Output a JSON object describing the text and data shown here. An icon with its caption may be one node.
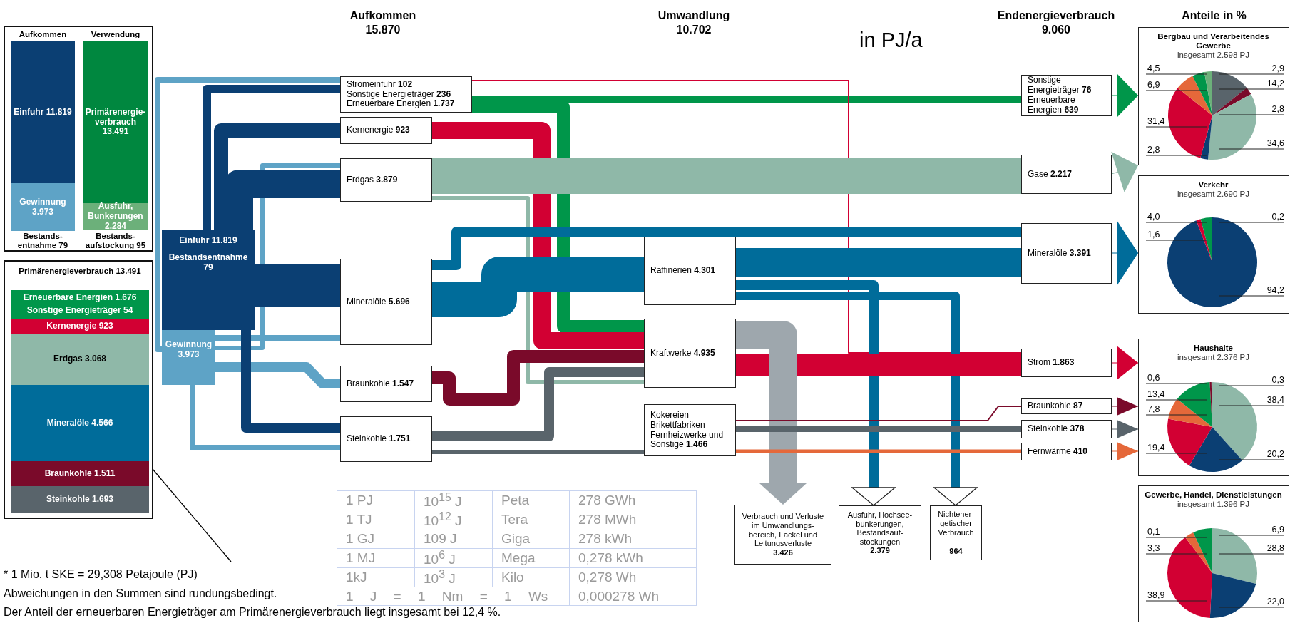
{
  "diagram": {
    "nodes": [
      {
        "text": [
          "Aufkommen",
          "Verwendung",
          "Bestands- entnahme 79",
          "Bestands- aufstockung 95"
        ]
      },
      {
        "text": [
          "Einfuhr 11.819"
        ],
        "in": 0
      },
      {
        "text": [
          "Gewinnung 3.973"
        ],
        "in": 0
      },
      {
        "text": [
          "Primärenergie- verbrauch 13.491"
        ],
        "in": 0
      },
      {
        "text": [
          "Ausfuhr, Bunkerungen 2.284"
        ],
        "in": 0
      },
      {
        "text": [
          "Primärenergieverbrauch 13.491"
        ]
      },
      {
        "text": [
          "Erneuerbare Energien 1.676",
          "Sonstige Energieträger 54"
        ],
        "in": 5
      },
      {
        "text": [
          "Kernenergie 923"
        ],
        "in": 5
      },
      {
        "text": [
          "Erdgas 3.068"
        ],
        "in": 5
      },
      {
        "text": [
          "Mineralöle 4.566"
        ],
        "in": 5
      },
      {
        "text": [
          "Braunkohle 1.511"
        ],
        "in": 5
      },
      {
        "text": [
          "Steinkohle 1.693"
        ],
        "in": 5
      },
      {
        "text": [
          "Einfuhr 11.819",
          "Bestandsentnahme 79"
        ]
      },
      {
        "text": [
          "Gewinnung 3.973"
        ]
      },
      {
        "text": [
          "Stromeinfuhr **102**",
          "Sonstige Energieträger **236**",
          "Erneuerbare Energien **1.737**"
        ]
      },
      {
        "text": [
          "Kernenergie **923**"
        ]
      },
      {
        "text": [
          "Erdgas **3.879**"
        ]
      },
      {
        "text": [
          "Mineralöle **5.696**"
        ]
      },
      {
        "text": [
          "Braunkohle **1.547**"
        ]
      },
      {
        "text": [
          "Steinkohle **1.751**"
        ]
      },
      {
        "text": [
          "Raffinerien **4.301**"
        ]
      },
      {
        "text": [
          "Kraftwerke **4.935**"
        ]
      },
      {
        "text": [
          "Kokereien Brikettfabriken Fernheizwerke und Sonstige **1.466**"
        ]
      },
      {
        "text": [
          "Sonstige Energieträger **76**",
          "Erneuerbare Energien **639**"
        ]
      },
      {
        "text": [
          "Gase **2.217**"
        ]
      },
      {
        "text": [
          "Mineralöle **3.391**"
        ]
      },
      {
        "text": [
          "Strom **1.863**"
        ]
      },
      {
        "text": [
          "Braunkohle **87**"
        ]
      },
      {
        "text": [
          "Steinkohle **378**"
        ]
      },
      {
        "text": [
          "Fernwärme **410**"
        ]
      },
      {
        "text": [
          "Verbrauch und Verluste im Umwandlungs- bereich, Fackel und Leitungsverluste",
          "3.426"
        ]
      },
      {
        "text": [
          "Ausfuhr, Hochsee- bunkerungen, Bestandsauf- stockungen",
          "2.379"
        ]
      },
      {
        "text": [
          "Nichtener- getischer Verbrauch",
          "964"
        ]
      },
      {
        "text": [
          "Bergbau und Verarbeitendes Gewerbe",
          "insgesamt 2.598 PJ",
          "4,5",
          "2,9",
          "6,9",
          "14,2",
          "2,8",
          "31,4",
          "34,6",
          "2,8"
        ]
      },
      {
        "text": [
          "Verkehr",
          "insgesamt 2.690 PJ",
          "4,0",
          "0,2",
          "1,6",
          "94,2"
        ]
      },
      {
        "text": [
          "Haushalte",
          "insgesamt 2.376 PJ",
          "0,6",
          "0,3",
          "13,4",
          "38,4",
          "7,8",
          "19,4",
          "20,2"
        ]
      },
      {
        "text": [
          "Gewerbe, Handel, Dienstleistungen",
          "insgesamt 1.396 PJ",
          "0,1",
          "6,9",
          "3,3",
          "28,8",
          "38,9",
          "22,0"
        ]
      }
    ],
    "edges": [
      {
        "from": 12,
        "to": 14,
        "arrow": "none",
        "color": "#0b3f73"
      },
      {
        "from": 13,
        "to": 14,
        "arrow": "none",
        "color": "#5ea3c6"
      },
      {
        "from": 12,
        "to": 15,
        "arrow": "none",
        "style": "thick",
        "color": "#0b3f73"
      },
      {
        "from": 13,
        "to": 16,
        "arrow": "none",
        "color": "#5ea3c6"
      },
      {
        "from": 12,
        "to": 16,
        "arrow": "none",
        "style": "thick",
        "color": "#0b3f73"
      },
      {
        "from": 12,
        "to": 17,
        "arrow": "none",
        "style": "thick",
        "color": "#0b3f73"
      },
      {
        "from": 13,
        "to": 17,
        "arrow": "none",
        "color": "#5ea3c6"
      },
      {
        "from": 13,
        "to": 18,
        "arrow": "none",
        "color": "#5ea3c6"
      },
      {
        "from": 12,
        "to": 19,
        "arrow": "none",
        "color": "#0b3f73"
      },
      {
        "from": 13,
        "to": 19,
        "arrow": "none",
        "color": "#5ea3c6"
      },
      {
        "from": 14,
        "to": 23,
        "arrow": "none",
        "color": "#00964a"
      },
      {
        "from": 14,
        "to": 21,
        "arrow": "none",
        "style": "thick",
        "color": "#00964a"
      },
      {
        "from": 14,
        "to": 26,
        "arrow": "none",
        "color": "#d20033"
      },
      {
        "from": 15,
        "to": 21,
        "arrow": "none",
        "style": "thick",
        "color": "#d20033"
      },
      {
        "from": 16,
        "to": 24,
        "arrow": "none",
        "style": "thick",
        "color": "#8fb8a8"
      },
      {
        "from": 16,
        "to": 21,
        "arrow": "none",
        "color": "#8fb8a8"
      },
      {
        "from": 17,
        "to": 20,
        "arrow": "none",
        "style": "thick",
        "color": "#006c9a"
      },
      {
        "from": 17,
        "to": 25,
        "arrow": "none",
        "color": "#006c9a"
      },
      {
        "from": 20,
        "to": 25,
        "arrow": "none",
        "style": "thick",
        "color": "#006c9a"
      },
      {
        "from": 20,
        "to": 31,
        "arrow": "to",
        "color": "#006c9a"
      },
      {
        "from": 20,
        "to": 32,
        "arrow": "to",
        "color": "#006c9a"
      },
      {
        "from": 18,
        "to": 21,
        "arrow": "none",
        "style": "thick",
        "color": "#7a0a2a"
      },
      {
        "from": 19,
        "to": 21,
        "arrow": "none",
        "color": "#59646b"
      },
      {
        "from": 19,
        "to": 22,
        "arrow": "none",
        "color": "#59646b"
      },
      {
        "from": 21,
        "to": 26,
        "arrow": "none",
        "style": "thick",
        "color": "#d20033"
      },
      {
        "from": 21,
        "to": 30,
        "arrow": "to",
        "style": "thick",
        "color": "#9ea7ad"
      },
      {
        "from": 22,
        "to": 27,
        "arrow": "none",
        "color": "#7a0a2a"
      },
      {
        "from": 22,
        "to": 28,
        "arrow": "none",
        "color": "#59646b"
      },
      {
        "from": 22,
        "to": 29,
        "arrow": "none",
        "color": "#e5683a"
      },
      {
        "from": 23,
        "to": 33,
        "arrow": "to",
        "color": "#00964a"
      },
      {
        "from": 24,
        "to": 33,
        "arrow": "to",
        "color": "#8fb8a8"
      },
      {
        "from": 25,
        "to": 34,
        "arrow": "to",
        "color": "#006c9a"
      },
      {
        "from": 26,
        "to": 35,
        "arrow": "to",
        "color": "#d20033"
      },
      {
        "from": 27,
        "to": 35,
        "arrow": "to",
        "color": "#7a0a2a"
      },
      {
        "from": 28,
        "to": 35,
        "arrow": "to",
        "color": "#59646b"
      },
      {
        "from": 29,
        "to": 35,
        "arrow": "to",
        "color": "#e5683a"
      },
      {
        "from": null,
        "to": 9,
        "arrow": "to",
        "color": "#000000"
      }
    ],
    "labels": [
      "Aufkommen 15.870",
      "Umwandlung 10.702",
      "Endenergieverbrauch 9.060",
      "Anteile in %",
      "in PJ/a",
      "1 PJ",
      "10$^{15}$ J",
      "Peta",
      "278 GWh",
      "1 TJ",
      "10$^{12}$ J",
      "Tera",
      "278 MWh",
      "1 GJ",
      "109 J",
      "Giga",
      "278 kWh",
      "1 MJ",
      "10$^{6}$ J",
      "Mega",
      "0,278 kWh",
      "1kJ",
      "10$^{3}$ J",
      "Kilo",
      "0,278 Wh",
      "1 J = 1 Nm = 1 Ws",
      "0,000278 Wh",
      "* 1 Mio. t SKE = 29,308 Petajoule (PJ)",
      "Abweichungen in den Summen sind rundungsbedingt.",
      "Der Anteil der erneuerbaren Energieträger am Primärenergieverbrauch liegt insgesamt bei 12,4 %."
    ]
  }
}
